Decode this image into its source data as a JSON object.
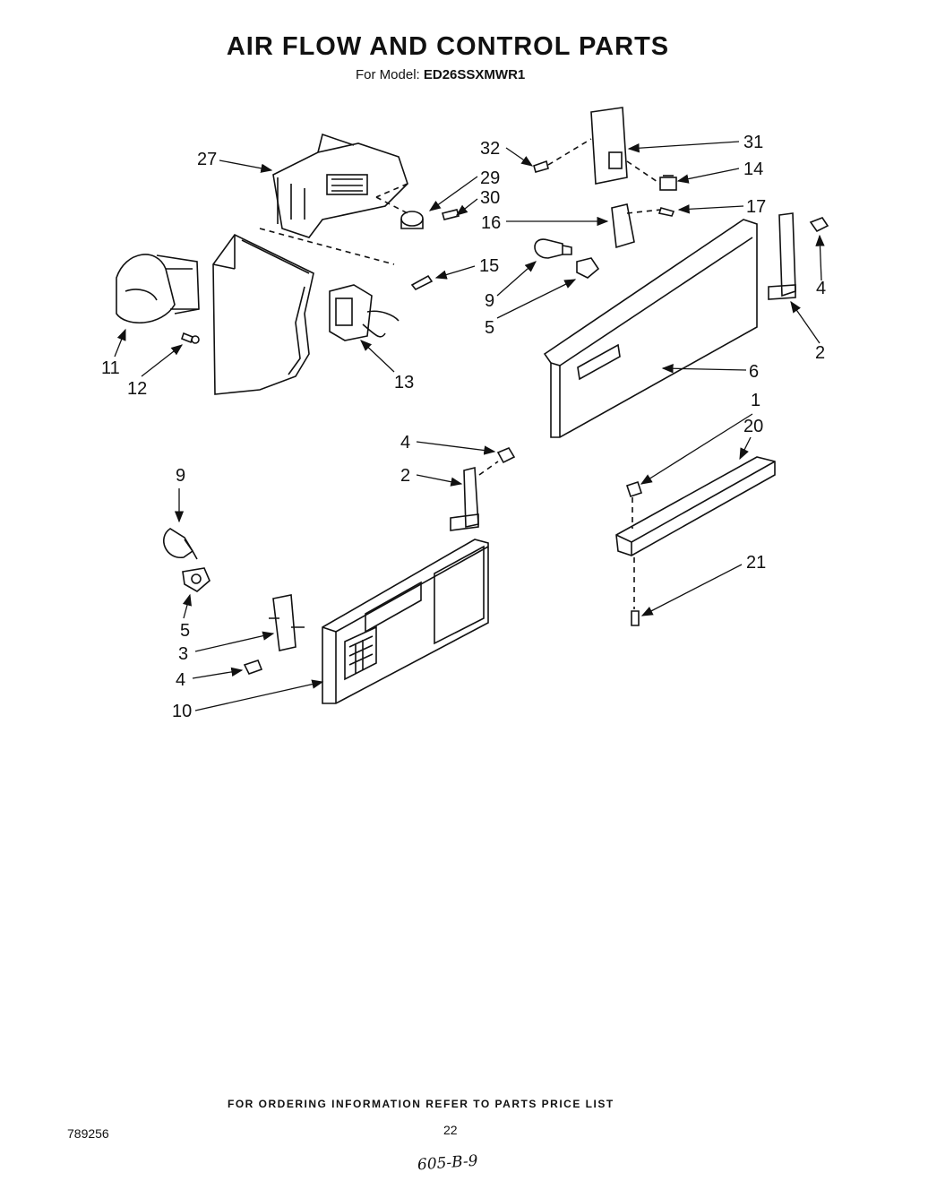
{
  "header": {
    "title": "AIR FLOW AND CONTROL PARTS",
    "model_label": "For Model:",
    "model_number": "ED26SSXMWR1"
  },
  "callouts": [
    "27",
    "32",
    "29",
    "30",
    "31",
    "14",
    "16",
    "17",
    "15",
    "4",
    "9",
    "5",
    "2",
    "11",
    "12",
    "13",
    "6",
    "1",
    "20",
    "4",
    "2",
    "9",
    "5",
    "3",
    "4",
    "10",
    "21"
  ],
  "footer": {
    "ordering_note": "FOR ORDERING INFORMATION REFER TO PARTS PRICE LIST",
    "page_number": "22",
    "document_number": "789256",
    "handwritten_note": "605-B-9"
  }
}
